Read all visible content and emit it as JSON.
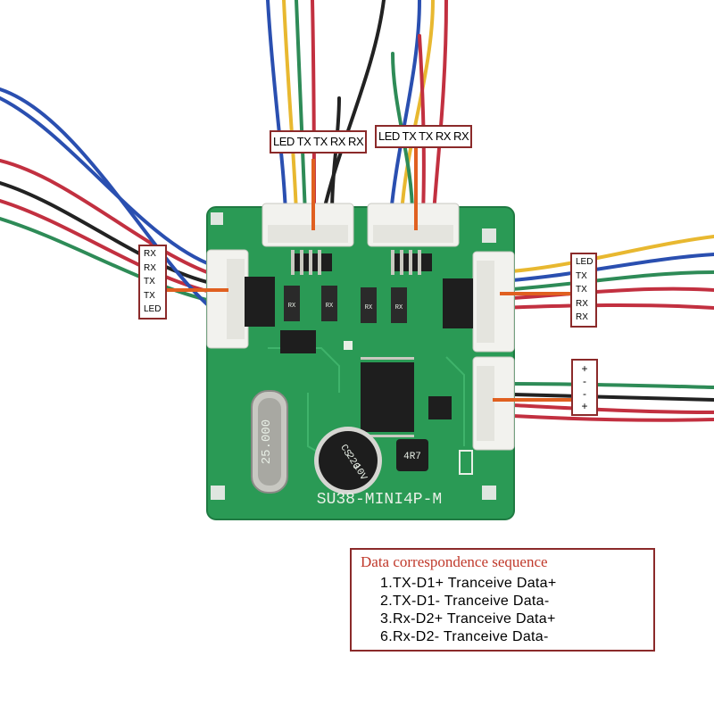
{
  "labels": {
    "top_left": "LED TX TX RX RX",
    "top_right": "LED TX TX RX RX",
    "left": [
      "RX",
      "RX",
      "TX",
      "TX",
      "LED"
    ],
    "right": [
      "LED",
      "TX",
      "TX",
      "RX",
      "RX"
    ],
    "power": [
      "+",
      "-",
      "-",
      "+"
    ]
  },
  "board": {
    "silkscreen": "SU38-MINI4P-M",
    "crystal": "25.000",
    "capacitor": [
      "CS",
      "220",
      "10V"
    ],
    "inductor": "4R7",
    "resistor_mark": "RX"
  },
  "legend": {
    "title": "Data correspondence sequence",
    "rows": [
      "1.TX-D1+ Tranceive Data+",
      "2.TX-D1- Tranceive Data-",
      "3.Rx-D2+ Tranceive Data+",
      "6.Rx-D2- Tranceive Data-"
    ]
  },
  "colors": {
    "pcb": "#2a9a55",
    "label_border": "#8b2a2a",
    "legend_title": "#c0392b",
    "wires": [
      "#2a4fb0",
      "#e8b830",
      "#2e8b57",
      "#c23040",
      "#222222",
      "#e07030"
    ]
  }
}
